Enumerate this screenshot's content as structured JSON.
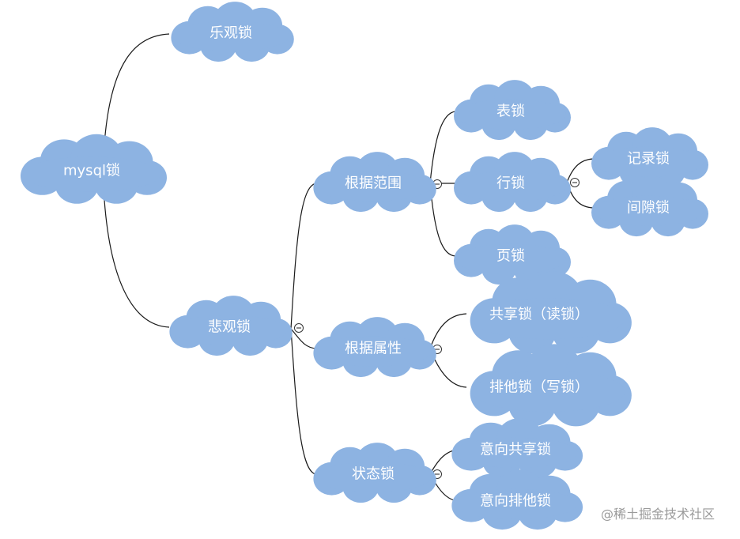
{
  "nodes": {
    "root": "mysql锁",
    "optimistic": "乐观锁",
    "pessimistic": "悲观锁",
    "by_scope": "根据范围",
    "by_attribute": "根据属性",
    "by_state": "状态锁",
    "table_lock": "表锁",
    "row_lock": "行锁",
    "page_lock": "页锁",
    "record_lock": "记录锁",
    "gap_lock": "间隙锁",
    "shared_lock": "共享锁（读锁）",
    "exclusive_lock": "排他锁（写锁）",
    "intent_shared_lock": "意向共享锁",
    "intent_exclusive_lock": "意向排他锁"
  },
  "watermark": "@稀土掘金技术社区",
  "colors": {
    "node_fill": "#8db3e2",
    "label_text": "#ffffff",
    "edge": "#1a1a1a"
  }
}
